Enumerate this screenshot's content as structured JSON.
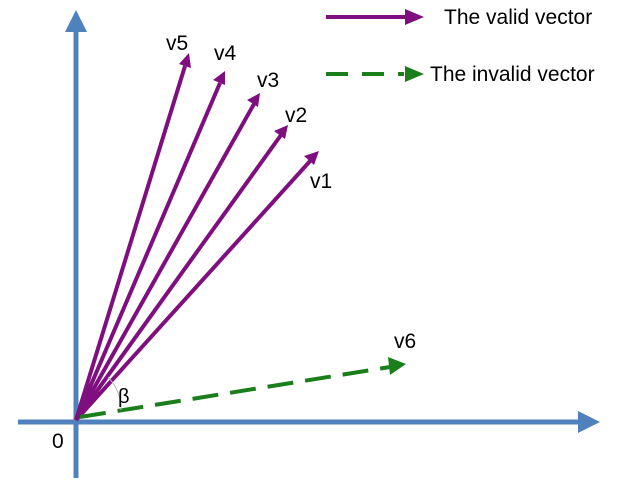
{
  "colors": {
    "axis": "#4f81bd",
    "valid": "#7f0f7e",
    "invalid": "#1a7f1a"
  },
  "axes": {
    "origin_label": "0"
  },
  "vectors": [
    {
      "label": "v1",
      "kind": "valid"
    },
    {
      "label": "v2",
      "kind": "valid"
    },
    {
      "label": "v3",
      "kind": "valid"
    },
    {
      "label": "v4",
      "kind": "valid"
    },
    {
      "label": "v5",
      "kind": "valid"
    },
    {
      "label": "v6",
      "kind": "invalid"
    }
  ],
  "angle": {
    "label": "β"
  },
  "legend": {
    "valid_label": "The valid vector",
    "invalid_label": "The invalid vector"
  }
}
